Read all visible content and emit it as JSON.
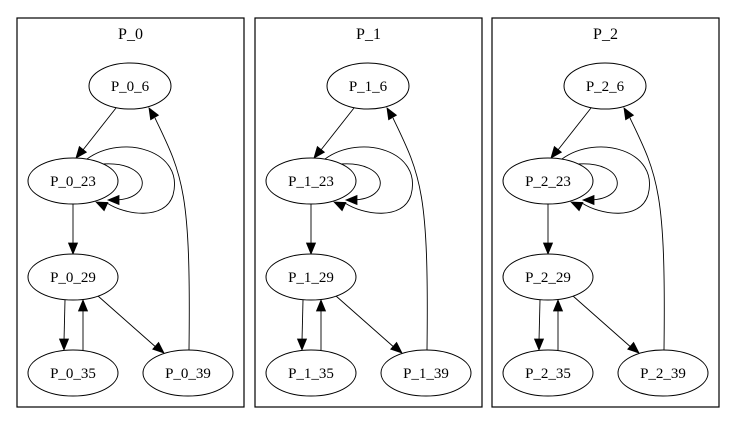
{
  "graph": {
    "clusters": [
      {
        "id": "P_0",
        "label": "P_0",
        "nodes": [
          {
            "id": "P_0_6",
            "label": "P_0_6"
          },
          {
            "id": "P_0_23",
            "label": "P_0_23"
          },
          {
            "id": "P_0_29",
            "label": "P_0_29"
          },
          {
            "id": "P_0_35",
            "label": "P_0_35"
          },
          {
            "id": "P_0_39",
            "label": "P_0_39"
          }
        ],
        "edges": [
          {
            "from": "P_0_6",
            "to": "P_0_23"
          },
          {
            "from": "P_0_23",
            "to": "P_0_23",
            "kind": "self-inner"
          },
          {
            "from": "P_0_23",
            "to": "P_0_23",
            "kind": "self-outer"
          },
          {
            "from": "P_0_23",
            "to": "P_0_29"
          },
          {
            "from": "P_0_29",
            "to": "P_0_35"
          },
          {
            "from": "P_0_35",
            "to": "P_0_29"
          },
          {
            "from": "P_0_29",
            "to": "P_0_39"
          },
          {
            "from": "P_0_39",
            "to": "P_0_6"
          }
        ]
      },
      {
        "id": "P_1",
        "label": "P_1",
        "nodes": [
          {
            "id": "P_1_6",
            "label": "P_1_6"
          },
          {
            "id": "P_1_23",
            "label": "P_1_23"
          },
          {
            "id": "P_1_29",
            "label": "P_1_29"
          },
          {
            "id": "P_1_35",
            "label": "P_1_35"
          },
          {
            "id": "P_1_39",
            "label": "P_1_39"
          }
        ],
        "edges": [
          {
            "from": "P_1_6",
            "to": "P_1_23"
          },
          {
            "from": "P_1_23",
            "to": "P_1_23",
            "kind": "self-inner"
          },
          {
            "from": "P_1_23",
            "to": "P_1_23",
            "kind": "self-outer"
          },
          {
            "from": "P_1_23",
            "to": "P_1_29"
          },
          {
            "from": "P_1_29",
            "to": "P_1_35"
          },
          {
            "from": "P_1_35",
            "to": "P_1_29"
          },
          {
            "from": "P_1_29",
            "to": "P_1_39"
          },
          {
            "from": "P_1_39",
            "to": "P_1_6"
          }
        ]
      },
      {
        "id": "P_2",
        "label": "P_2",
        "nodes": [
          {
            "id": "P_2_6",
            "label": "P_2_6"
          },
          {
            "id": "P_2_23",
            "label": "P_2_23"
          },
          {
            "id": "P_2_29",
            "label": "P_2_29"
          },
          {
            "id": "P_2_35",
            "label": "P_2_35"
          },
          {
            "id": "P_2_39",
            "label": "P_2_39"
          }
        ],
        "edges": [
          {
            "from": "P_2_6",
            "to": "P_2_23"
          },
          {
            "from": "P_2_23",
            "to": "P_2_23",
            "kind": "self-inner"
          },
          {
            "from": "P_2_23",
            "to": "P_2_23",
            "kind": "self-outer"
          },
          {
            "from": "P_2_23",
            "to": "P_2_29"
          },
          {
            "from": "P_2_29",
            "to": "P_2_35"
          },
          {
            "from": "P_2_35",
            "to": "P_2_29"
          },
          {
            "from": "P_2_29",
            "to": "P_2_39"
          },
          {
            "from": "P_2_39",
            "to": "P_2_6"
          }
        ]
      }
    ]
  }
}
